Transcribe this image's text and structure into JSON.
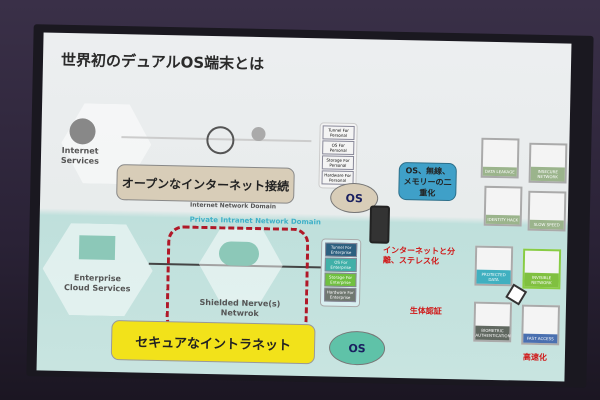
{
  "slide": {
    "title": "世界初のデュアルOS端末とは",
    "internet": {
      "internet_services": "Internet Services",
      "domain_label": "Internet Network Domain",
      "callout": "オープンなインターネット接続",
      "os_label": "OS",
      "stack": [
        "Tunnel For Personal",
        "OS For Personal",
        "Storage For Personal",
        "Hardware For Personal"
      ]
    },
    "dual_callout": "OS、無線、メモリーの二重化",
    "threat_tiles": [
      "DATA LEAKAGE",
      "INSECURE NETWORK",
      "IDENTITY HACK",
      "SLOW SPEED"
    ],
    "intranet": {
      "domain_label": "Private Intranet Network Domain",
      "enterprise": "Enterprise Cloud Services",
      "shielded": "Shielded Nerve(s) Netwrok",
      "callout": "セキュアなイントラネット",
      "os_label": "OS",
      "stack": [
        "Tunnel For Enterprise",
        "OS For Enterprise",
        "Storage For Enterprise",
        "Hardware For Enterprise"
      ]
    },
    "solution_tiles": [
      "PROTECTED DATA",
      "INVISIBLE NETWORK",
      "BIOMETRIC AUTHENTICATION",
      "FAST ACCESS"
    ],
    "annotations": {
      "separation": "インターネットと分離、ステレス化",
      "biometric": "生体認証",
      "speed": "高速化"
    },
    "colors": {
      "yellow": "#f2e21a",
      "teal_os": "#5fc2a8",
      "blue_callout": "#3fa0c8",
      "red": "#d01818"
    }
  }
}
